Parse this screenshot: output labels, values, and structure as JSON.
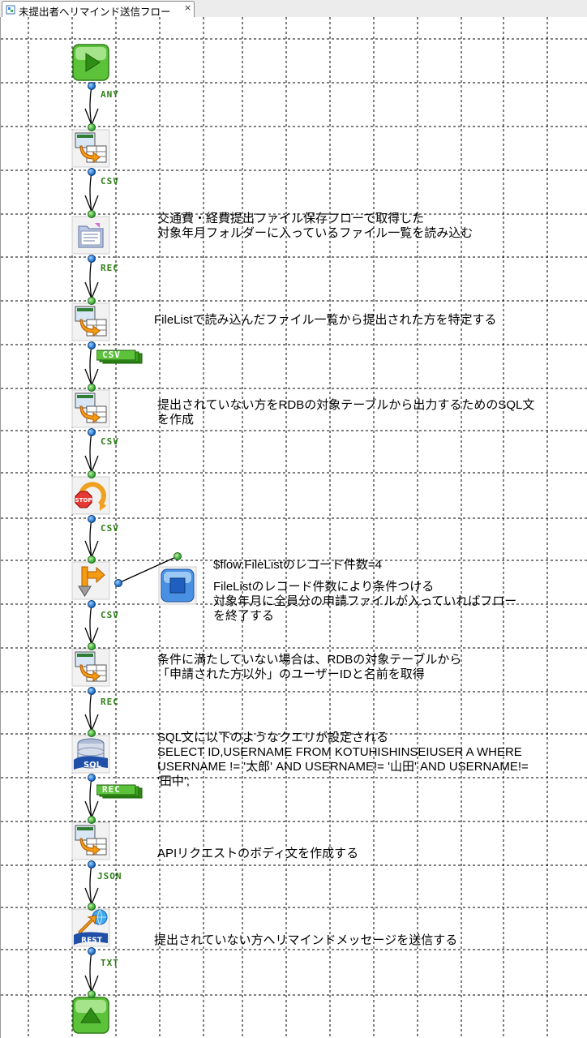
{
  "tab": {
    "title": "未提出者へリマインド送信フロー",
    "close": "×"
  },
  "nodes": [
    {
      "icon": "start-icon"
    },
    {
      "icon": "convert-icon",
      "out_tag": "ANY"
    },
    {
      "icon": "file-list-icon",
      "out_tag": "CSV"
    },
    {
      "icon": "convert-icon",
      "out_tag": "REC"
    },
    {
      "icon": "convert-icon",
      "out_tag": "CSV"
    },
    {
      "icon": "stop-loop-icon",
      "out_tag": "CSV"
    },
    {
      "icon": "branch-icon",
      "out_tag": "CSV"
    },
    {
      "icon": "convert-icon",
      "out_tag": "CSV"
    },
    {
      "icon": "sql-database-icon",
      "out_tag": "REC"
    },
    {
      "icon": "convert-icon",
      "out_tag": "REC"
    },
    {
      "icon": "rest-globe-icon",
      "out_tag": "JSON"
    },
    {
      "icon": "end-icon",
      "out_tag": "TXT"
    }
  ],
  "branch_target": {
    "icon": "stop-box-icon"
  },
  "notes": {
    "file_list": [
      "交通費・経費提出ファイル保存フローで取得した",
      "対象年月フォルダーに入っているファイル一覧を読み込む"
    ],
    "identify": [
      "FileListで読み込んだファイル一覧から提出された方を特定する"
    ],
    "sql_build": [
      "提出されていない方をRDBの対象テーブルから出力するためのSQL文",
      "を作成"
    ],
    "condition_expr": [
      "$flow.FileListのレコード件数=4"
    ],
    "condition_desc": [
      "FileListのレコード件数により条件つける",
      "対象年月に全員分の申請ファイルが入っていればフロー",
      "を終了する"
    ],
    "unmatched": [
      "条件に満たしていない場合は、RDBの対象テーブルから",
      "「申請された方以外」のユーザーIDと名前を取得"
    ],
    "sql_query": [
      "SQL文に以下のようなクエリが設定される",
      "SELECT ID,USERNAME  FROM KOTUHISHINSEIUSER A WHERE",
      "USERNAME != '太郎'  AND USERNAME!= '山田'  AND USERNAME!=",
      "'田中';"
    ],
    "api_body": [
      "APIリクエストのボディ文を作成する"
    ],
    "send": [
      "提出されていない方へリマインドメッセージを送信する"
    ]
  },
  "colors": {
    "grid": "#000000",
    "tag_text": "#2e7d17",
    "start_green": "#5cc23a",
    "port_blue": "#1565c0",
    "port_green": "#2f9e2f"
  }
}
